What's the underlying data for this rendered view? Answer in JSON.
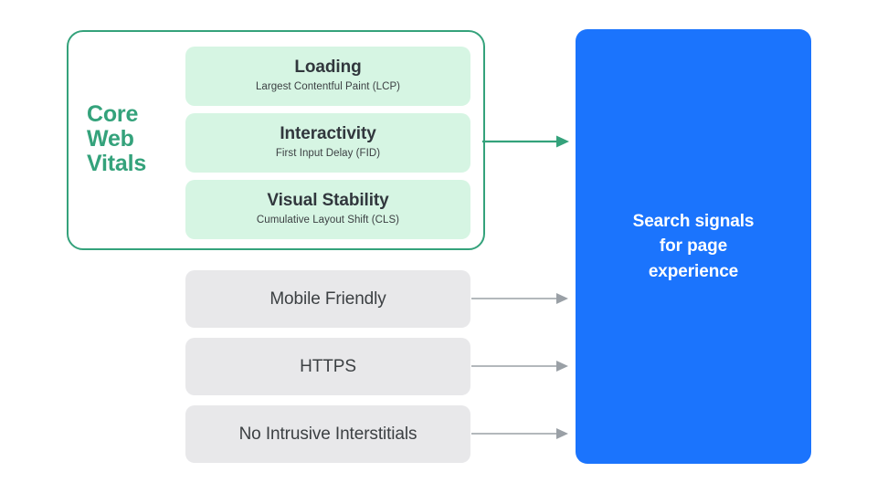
{
  "diagram": {
    "title": "Search signals for page experience",
    "colors": {
      "accent_green": "#34A27B",
      "card_green": "#D6F5E3",
      "card_gray": "#E8E8EA",
      "outcome_blue": "#1B74FD",
      "arrow_gray": "#9AA0A6",
      "text_dark": "#3C4043",
      "text_white": "#FFFFFF",
      "background": "#FFFFFF"
    }
  },
  "core_web_vitals": {
    "group_label": "Core\nWeb\nVitals",
    "group_label_lines": [
      "Core",
      "Web",
      "Vitals"
    ],
    "metrics": [
      {
        "title": "Loading",
        "subtitle": "Largest Contentful Paint (LCP)",
        "abbr": "LCP"
      },
      {
        "title": "Interactivity",
        "subtitle": "First Input Delay (FID)",
        "abbr": "FID"
      },
      {
        "title": "Visual Stability",
        "subtitle": "Cumulative Layout Shift (CLS)",
        "abbr": "CLS"
      }
    ]
  },
  "other_signals": [
    {
      "label": "Mobile Friendly"
    },
    {
      "label": "HTTPS"
    },
    {
      "label": "No Intrusive Interstitials"
    }
  ],
  "outcome": {
    "text": "Search signals\nfor page\nexperience",
    "lines": [
      "Search signals",
      "for page",
      "experience"
    ]
  },
  "arrows": [
    {
      "name": "core-web-vitals-to-outcome",
      "color": "#34A27B"
    },
    {
      "name": "mobile-friendly-to-outcome",
      "color": "#9AA0A6"
    },
    {
      "name": "https-to-outcome",
      "color": "#9AA0A6"
    },
    {
      "name": "no-intrusive-interstitials-to-outcome",
      "color": "#9AA0A6"
    }
  ]
}
